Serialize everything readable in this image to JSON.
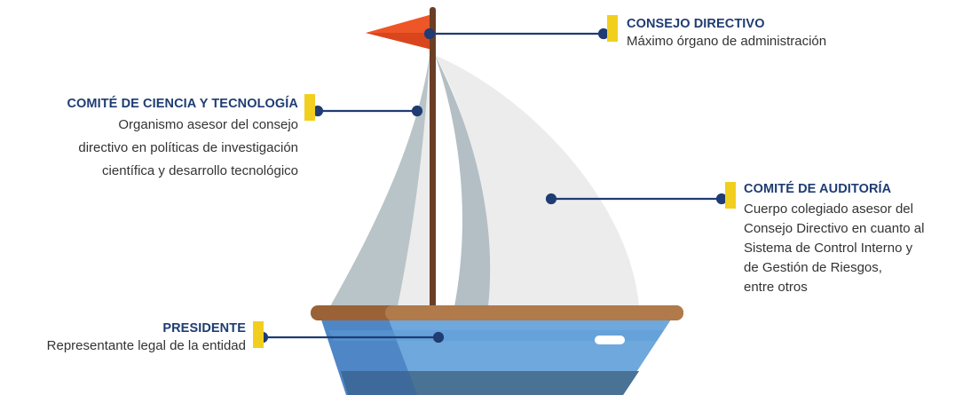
{
  "colors": {
    "title": "#1f3c73",
    "marker": "#f2cf1e",
    "connector": "#1f3c73",
    "flag": "#ee5527",
    "mast": "#6b3f26",
    "sail_light": "#ececec",
    "sail_grey": "#b3bfc4",
    "hull_blue": "#5b9bd5",
    "deck": "#9a6236"
  },
  "nodes": {
    "consejo": {
      "title": "CONSEJO DIRECTIVO",
      "desc": "Máximo órgano de administración"
    },
    "comite_ciencia": {
      "title": "COMITÉ DE CIENCIA Y TECNOLOGÍA",
      "desc_lines": [
        "Organismo asesor del consejo",
        "directivo en políticas de investigación",
        "científica y desarrollo tecnológico"
      ]
    },
    "comite_auditoria": {
      "title": "COMITÉ DE AUDITORÍA",
      "desc_lines": [
        "Cuerpo colegiado asesor del",
        "Consejo Directivo en cuanto al",
        "Sistema de Control Interno y",
        "de Gestión de Riesgos,",
        "entre otros"
      ]
    },
    "presidente": {
      "title": "PRESIDENTE",
      "desc": "Representante legal de la entidad"
    }
  }
}
